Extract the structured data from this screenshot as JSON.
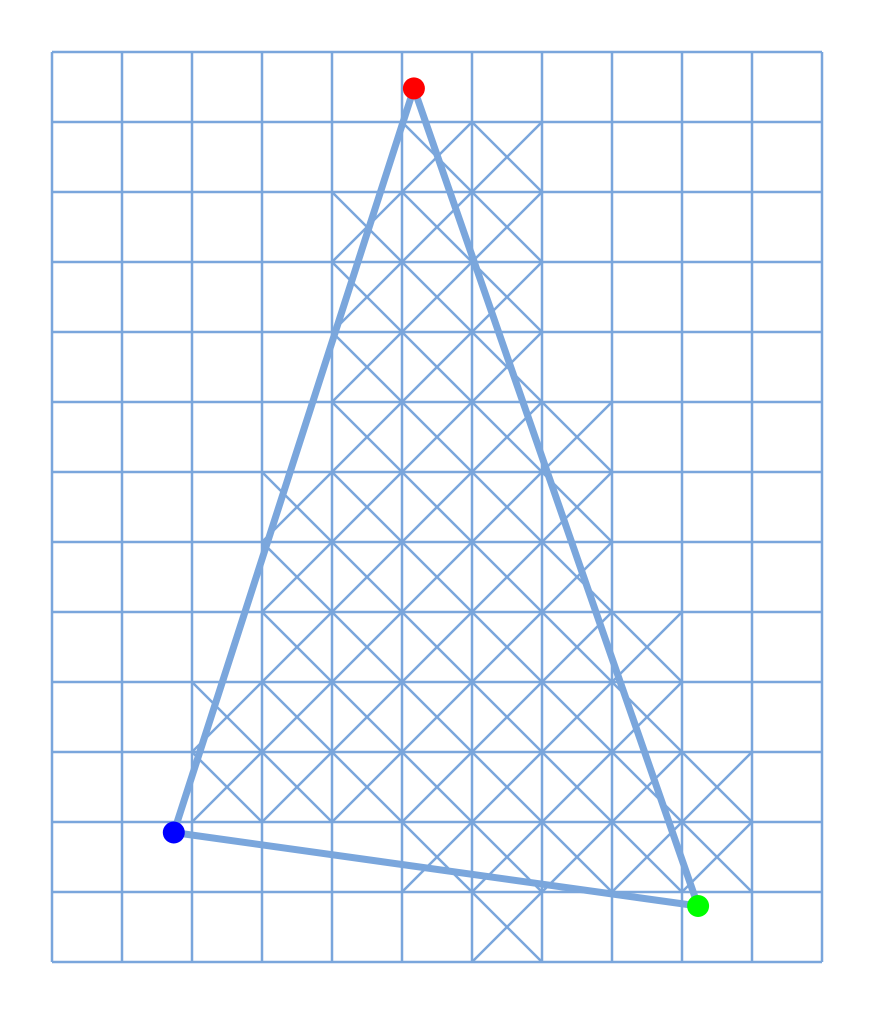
{
  "diagram": {
    "grid": {
      "columns": 11,
      "rows": 13
    },
    "colors": {
      "line": "#7aa6dc",
      "background": "#ffffff"
    },
    "triangle": {
      "vertices": [
        {
          "name": "top-vertex",
          "color": "#ff0000",
          "col": 5.17,
          "row": 0.52
        },
        {
          "name": "left-vertex",
          "color": "#0000ff",
          "col": 1.74,
          "row": 11.15
        },
        {
          "name": "right-vertex",
          "color": "#00ff00",
          "col": 9.23,
          "row": 12.2
        }
      ]
    },
    "hatched_cells": [
      [
        1,
        5
      ],
      [
        1,
        6
      ],
      [
        2,
        4
      ],
      [
        2,
        5
      ],
      [
        2,
        6
      ],
      [
        3,
        4
      ],
      [
        3,
        5
      ],
      [
        3,
        6
      ],
      [
        4,
        4
      ],
      [
        4,
        5
      ],
      [
        4,
        6
      ],
      [
        5,
        4
      ],
      [
        5,
        5
      ],
      [
        5,
        6
      ],
      [
        5,
        7
      ],
      [
        6,
        3
      ],
      [
        6,
        4
      ],
      [
        6,
        5
      ],
      [
        6,
        6
      ],
      [
        6,
        7
      ],
      [
        7,
        3
      ],
      [
        7,
        4
      ],
      [
        7,
        5
      ],
      [
        7,
        6
      ],
      [
        7,
        7
      ],
      [
        8,
        3
      ],
      [
        8,
        4
      ],
      [
        8,
        5
      ],
      [
        8,
        6
      ],
      [
        8,
        7
      ],
      [
        8,
        8
      ],
      [
        9,
        2
      ],
      [
        9,
        3
      ],
      [
        9,
        4
      ],
      [
        9,
        5
      ],
      [
        9,
        6
      ],
      [
        9,
        7
      ],
      [
        9,
        8
      ],
      [
        10,
        2
      ],
      [
        10,
        3
      ],
      [
        10,
        4
      ],
      [
        10,
        5
      ],
      [
        10,
        6
      ],
      [
        10,
        7
      ],
      [
        10,
        8
      ],
      [
        10,
        9
      ],
      [
        11,
        5
      ],
      [
        11,
        6
      ],
      [
        11,
        7
      ],
      [
        11,
        8
      ],
      [
        11,
        9
      ],
      [
        12,
        6
      ]
    ]
  }
}
